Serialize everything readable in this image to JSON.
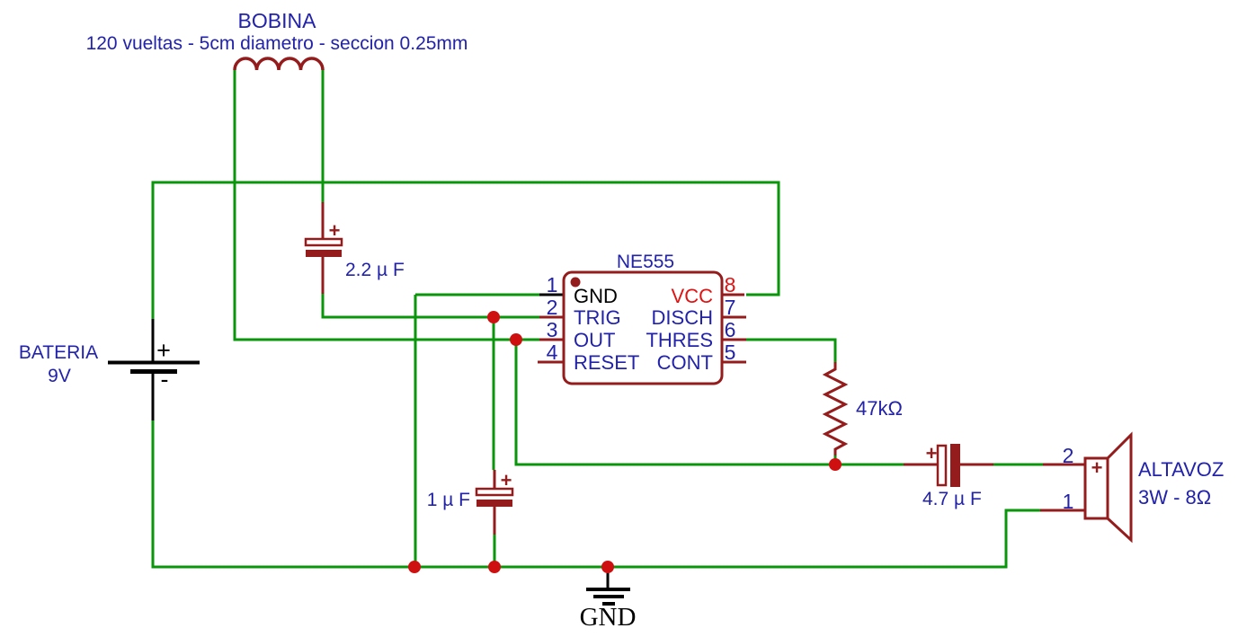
{
  "colors": {
    "background": "#ffffff",
    "wire_green": "#0a960a",
    "component_red": "#941c1c",
    "junction_red": "#cf1010",
    "label_blue": "#2222aa",
    "vcc_red": "#e01212",
    "black": "#000000"
  },
  "coil": {
    "name": "BOBINA",
    "spec": "120 vueltas - 5cm diametro - seccion 0.25mm"
  },
  "battery": {
    "name": "BATERIA",
    "value": "9V",
    "plus": "+",
    "minus": "-"
  },
  "ic": {
    "title": "NE555",
    "left_pins": [
      {
        "num": "1",
        "label": "GND"
      },
      {
        "num": "2",
        "label": "TRIG"
      },
      {
        "num": "3",
        "label": "OUT"
      },
      {
        "num": "4",
        "label": "RESET"
      }
    ],
    "right_pins": [
      {
        "num": "8",
        "label": "VCC"
      },
      {
        "num": "7",
        "label": "DISCH"
      },
      {
        "num": "6",
        "label": "THRES"
      },
      {
        "num": "5",
        "label": "CONT"
      }
    ]
  },
  "capacitors": {
    "c_2_2uf": {
      "value": "2.2 µ F",
      "plus": "+"
    },
    "c_1uf": {
      "value": "1 µ F",
      "plus": "+"
    },
    "c_4_7uf": {
      "value": "4.7 µ F",
      "plus": "+"
    }
  },
  "resistor": {
    "value": "47kΩ"
  },
  "speaker": {
    "name": "ALTAVOZ",
    "spec": "3W - 8Ω",
    "terminal_top": "2",
    "terminal_bottom": "1",
    "plus": "+"
  },
  "ground": {
    "label": "GND"
  }
}
